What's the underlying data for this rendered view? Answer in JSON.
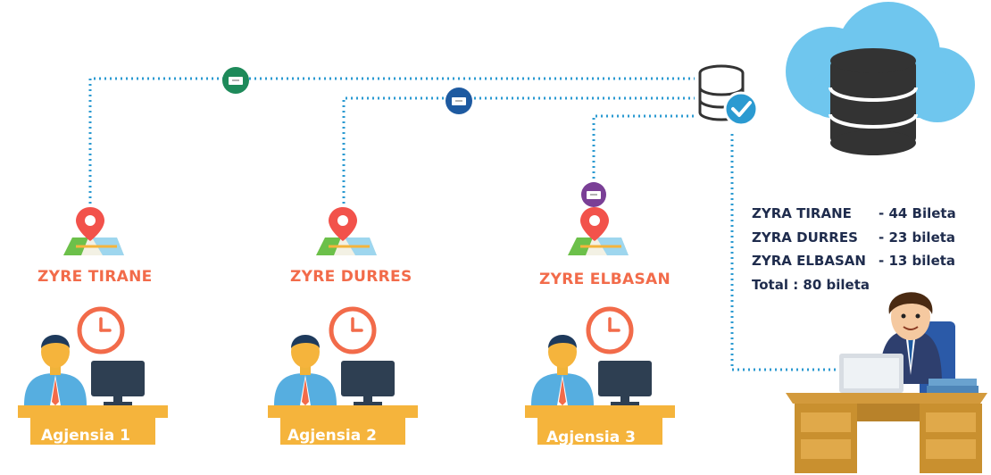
{
  "offices": [
    {
      "name": "ZYRE TIRANE",
      "agency": "Agjensia 1",
      "connector_color": "#1e8a5a"
    },
    {
      "name": "ZYRE DURRES",
      "agency": "Agjensia 2",
      "connector_color": "#1e5aa0"
    },
    {
      "name": "ZYRE ELBASAN",
      "agency": "Agjensia 3",
      "connector_color": "#7a3f96"
    }
  ],
  "summary": {
    "rows": [
      {
        "office": "ZYRA TIRANE",
        "count": "- 44 Bileta"
      },
      {
        "office": "ZYRA DURRES",
        "count": "- 23 bileta"
      },
      {
        "office": "ZYRA ELBASAN",
        "count": "- 13 bileta"
      }
    ],
    "total": "Total : 80 bileta"
  },
  "colors": {
    "line": "#2b9ad1",
    "office_text": "#f26b4a",
    "desk": "#f5b43c",
    "cloud": "#6fc6ee",
    "database": "#333333",
    "pin": "#f2524b"
  },
  "icons": [
    "map-pin-icon",
    "clock-icon",
    "monitor-icon",
    "database-icon",
    "cloud-icon",
    "check-icon",
    "ticket-icon"
  ]
}
